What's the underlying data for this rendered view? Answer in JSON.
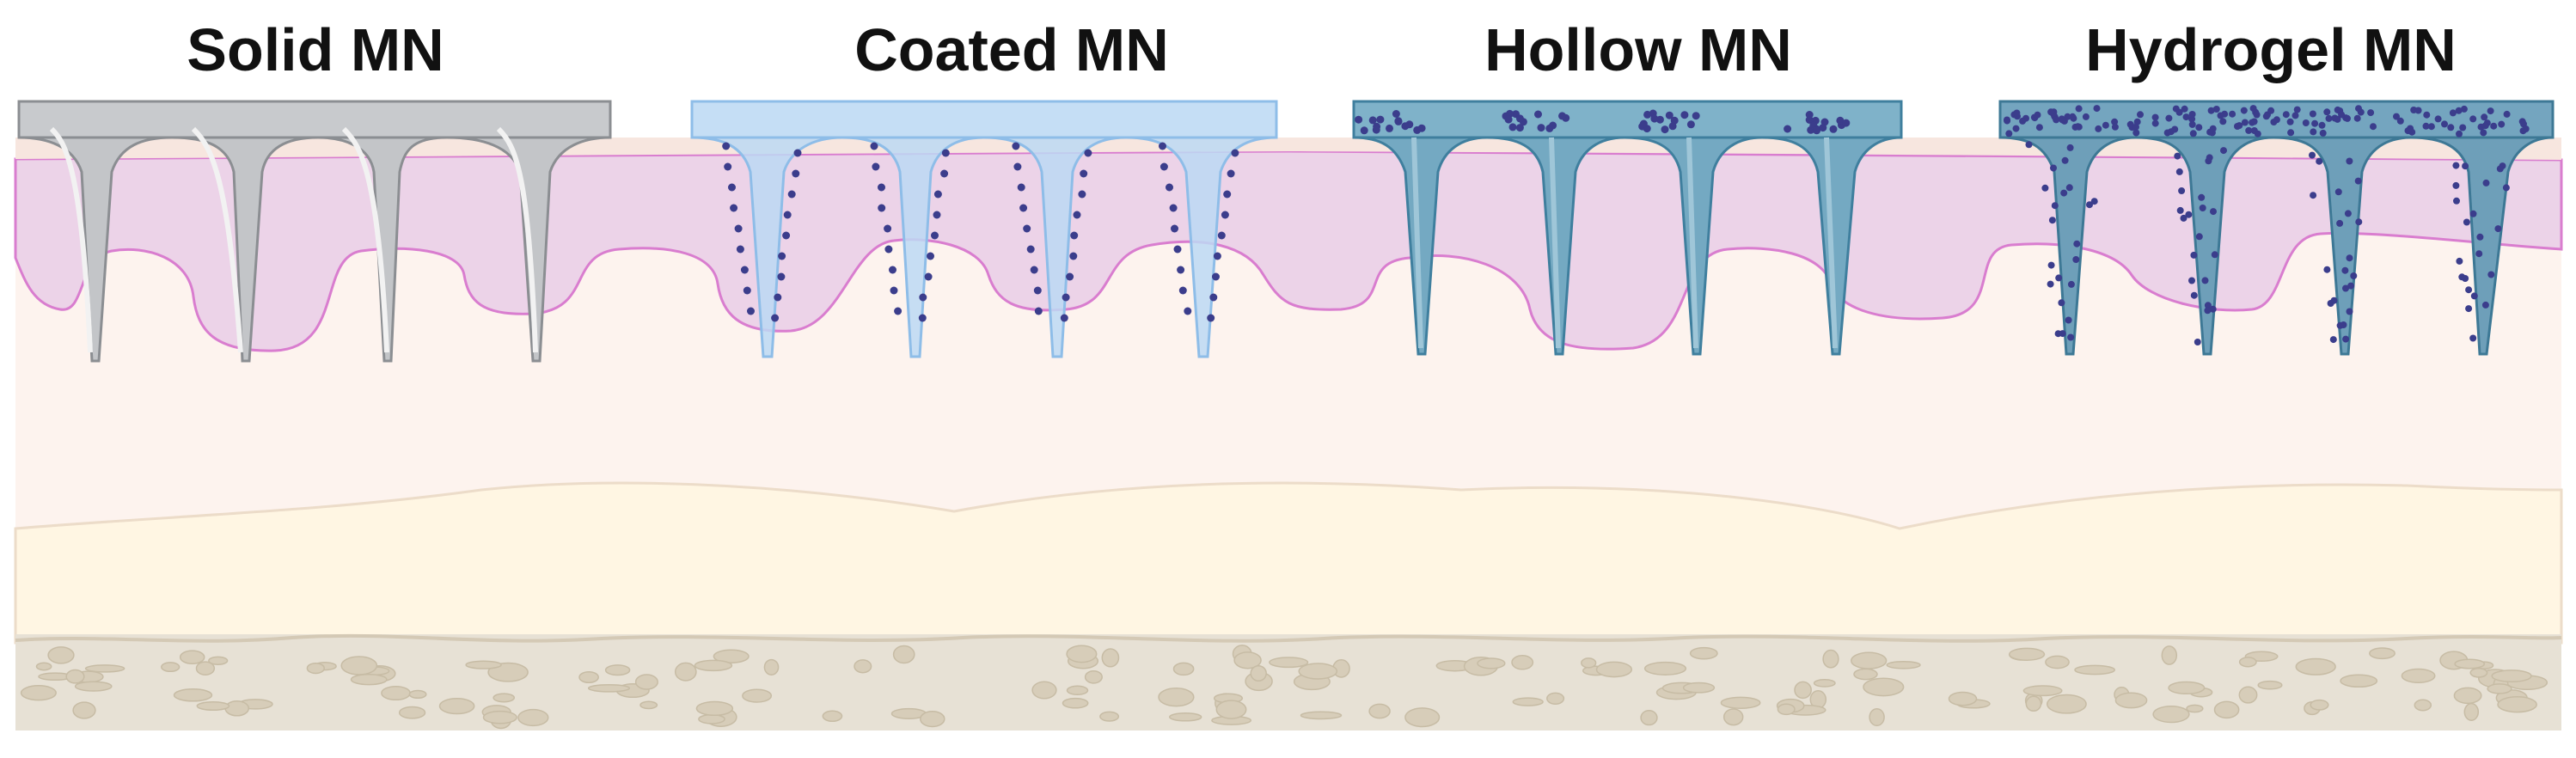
{
  "panels": [
    {
      "id": "solid",
      "title": "Solid MN"
    },
    {
      "id": "coated",
      "title": "Coated MN"
    },
    {
      "id": "hollow",
      "title": "Hollow MN"
    },
    {
      "id": "hydrogel",
      "title": "Hydrogel MN"
    }
  ],
  "colors": {
    "epidermis": "#ecd3e8",
    "epidermis_line": "#d97dcf",
    "dermis": "#fdf3ee",
    "hypodermis": "#fff6e3",
    "muscle": "#e7e1d5",
    "muscle_blob": "#d7cdb9",
    "solid_fill": "#c3c5c8",
    "solid_edge": "#8b8e92",
    "coated_fill": "#bcd8f3",
    "coated_edge": "#8ebde8",
    "hollow_fill": "#74a9c2",
    "hollow_edge": "#3f7f9e",
    "hydrogel_fill": "#6e9fb9",
    "hydrogel_edge": "#3d7895",
    "drug_dot": "#3b3d8c"
  }
}
